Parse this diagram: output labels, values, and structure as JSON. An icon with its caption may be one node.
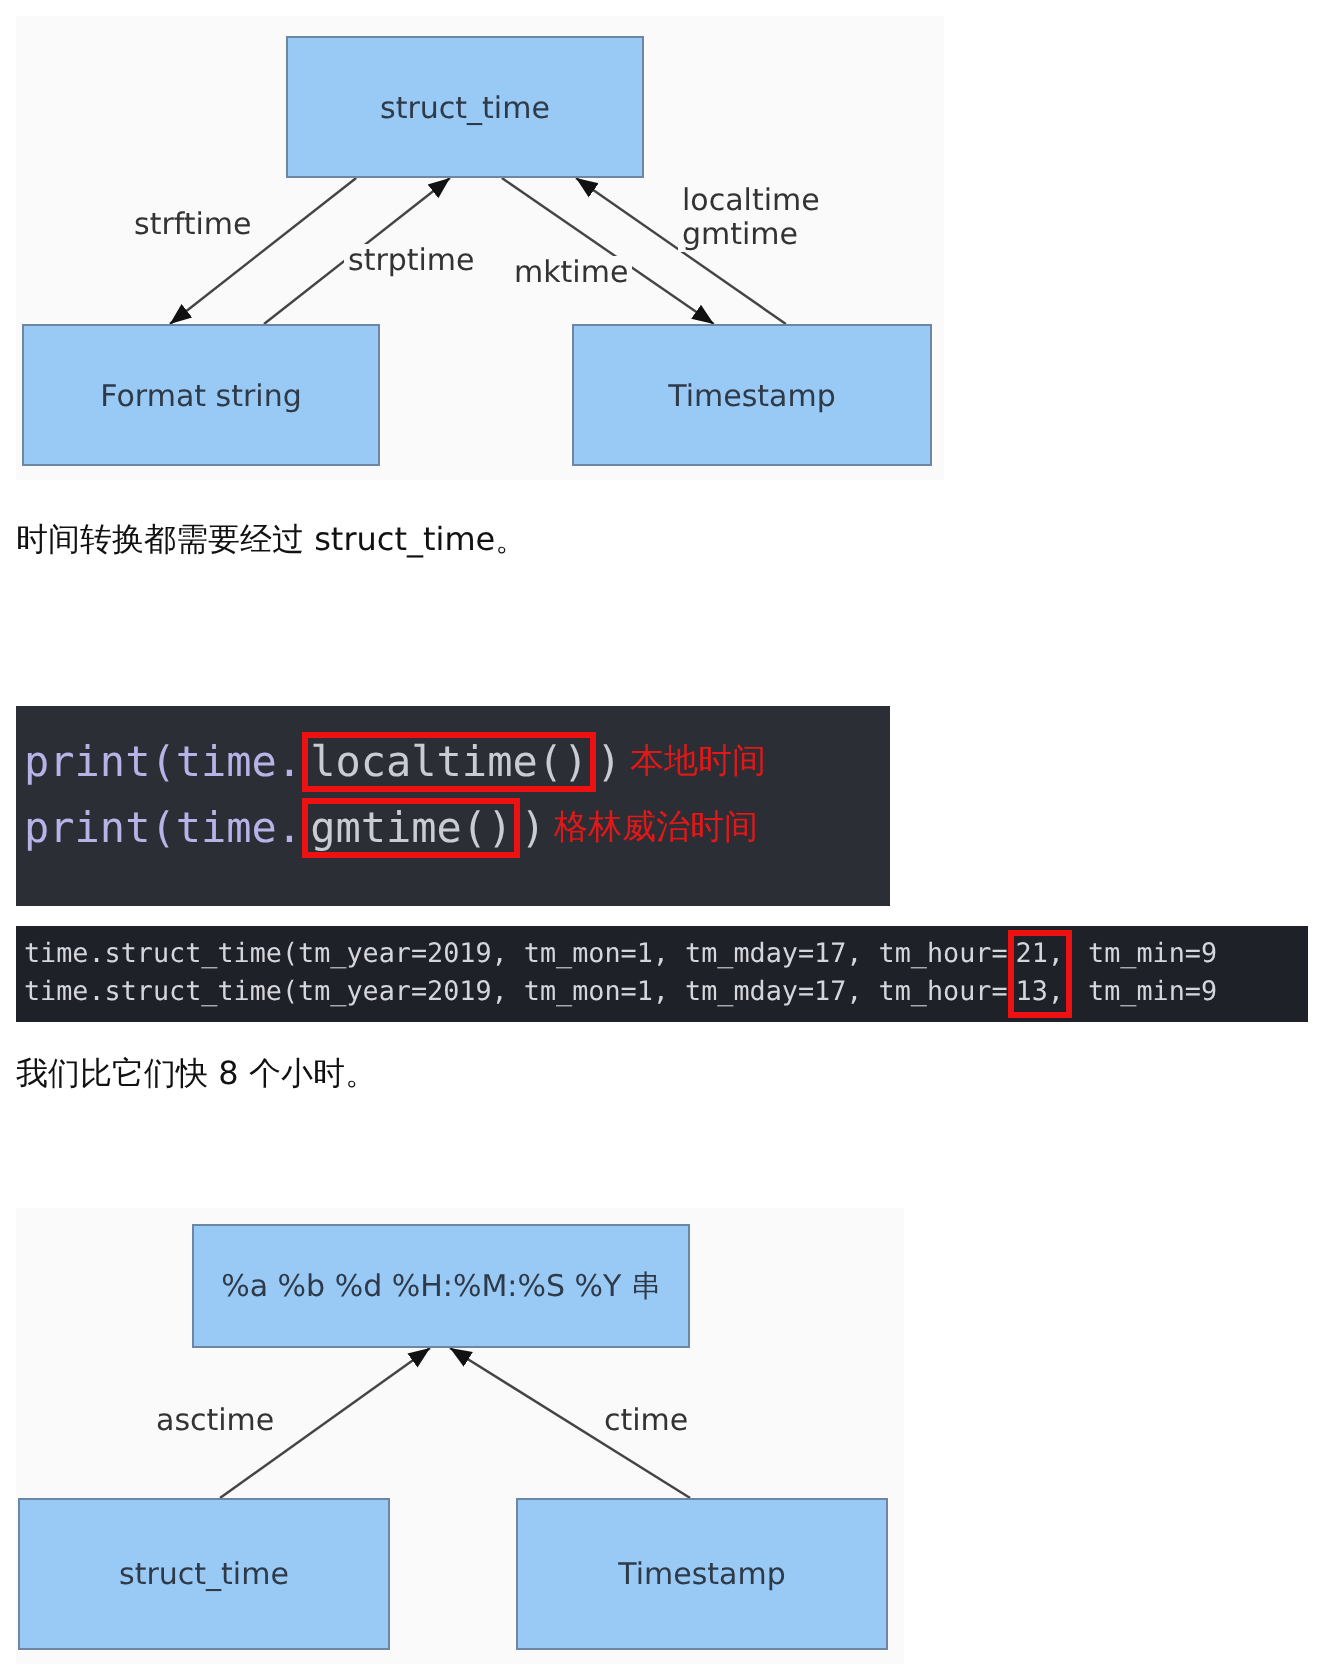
{
  "diagram": {
    "nodes": [
      {
        "text": [
          "struct_time"
        ]
      },
      {
        "text": [
          "Format string"
        ]
      },
      {
        "text": [
          "Timestamp"
        ]
      },
      {
        "text": [
          "%a %b %d %H:%M:%S %Y 串"
        ]
      },
      {
        "text": [
          "struct_time"
        ]
      },
      {
        "text": [
          "Timestamp"
        ]
      },
      {
        "text": [
          "localtime()"
        ],
        "beside": [
          "本地时间"
        ]
      },
      {
        "text": [
          "gmtime()"
        ],
        "beside": [
          "格林威治时间"
        ]
      },
      {
        "text": [
          "21,",
          "13,"
        ]
      }
    ],
    "edges": [
      {
        "from": 0,
        "to": 1,
        "arrow": "to",
        "label": "strftime"
      },
      {
        "from": 1,
        "to": 0,
        "arrow": "to",
        "label": "strptime"
      },
      {
        "from": 0,
        "to": 2,
        "arrow": "to",
        "label": "mktime"
      },
      {
        "from": 2,
        "to": 0,
        "arrow": "to",
        "label": "localtime gmtime"
      },
      {
        "from": 4,
        "to": 3,
        "arrow": "to",
        "label": "asctime"
      },
      {
        "from": 5,
        "to": 3,
        "arrow": "to",
        "label": "ctime"
      }
    ],
    "labels": [
      "时间转换都需要经过 struct_time。",
      "print(time.",
      ")",
      "print(time.",
      ")",
      "time.struct_time(tm_year=2019, tm_mon=1, tm_mday=17, tm_hour=",
      " tm_min=9",
      "time.struct_time(tm_year=2019, tm_mon=1, tm_mday=17, tm_hour=",
      " tm_min=9",
      "我们比它们快 8 个小时。"
    ]
  }
}
